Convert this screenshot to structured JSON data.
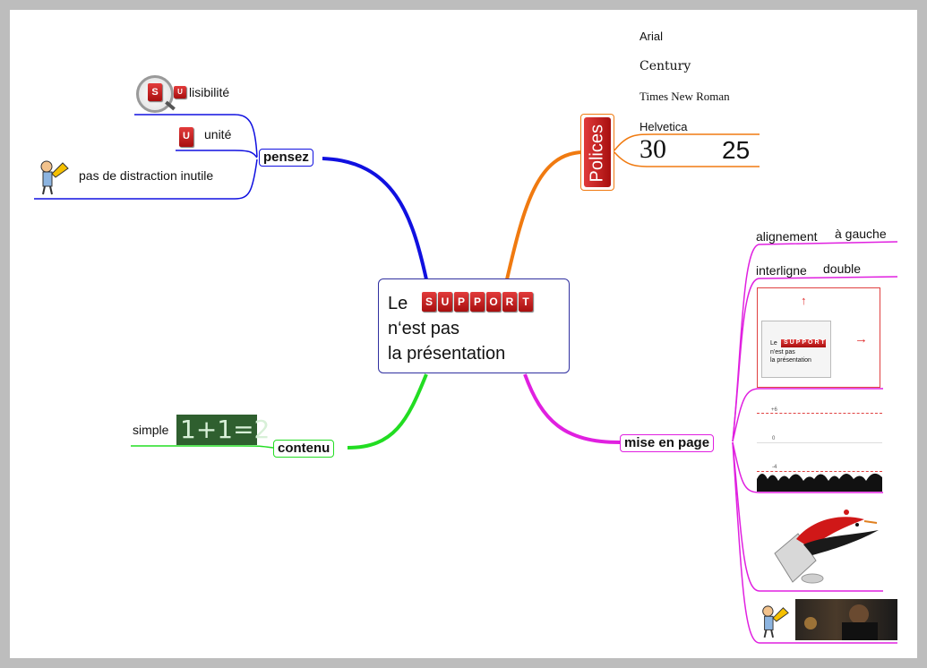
{
  "central": {
    "prefix": "Le",
    "logo_word": "SUPPORT",
    "line2": "n‘est pas",
    "line3": "la présentation"
  },
  "branches": {
    "pensez": {
      "label": "pensez",
      "items": [
        "lisibilité",
        "unité",
        "pas de distraction inutile"
      ]
    },
    "contenu": {
      "label": "contenu",
      "items": [
        "simple"
      ],
      "chalk": "1+1=2"
    },
    "polices": {
      "label": "Polices",
      "fonts": [
        "Arial",
        "Century",
        "Times New Roman",
        "Helvetica"
      ],
      "sizes": [
        "30",
        "25"
      ]
    },
    "mise_en_page": {
      "label": "mise en page",
      "items": [
        {
          "label": "alignement",
          "value": "à gauche"
        },
        {
          "label": "interligne",
          "value": "double"
        }
      ],
      "thumb": {
        "prefix": "Le",
        "logo_word": "SUPPORT",
        "line2": "n'est pas",
        "line3": "la présentation"
      },
      "axis_labels": [
        "+6",
        "0",
        "-4"
      ]
    }
  },
  "colors": {
    "pensez": "#1010e0",
    "contenu": "#22dd22",
    "polices": "#f07a10",
    "mise_en_page": "#e020e0",
    "central_border": "#3030a0"
  }
}
